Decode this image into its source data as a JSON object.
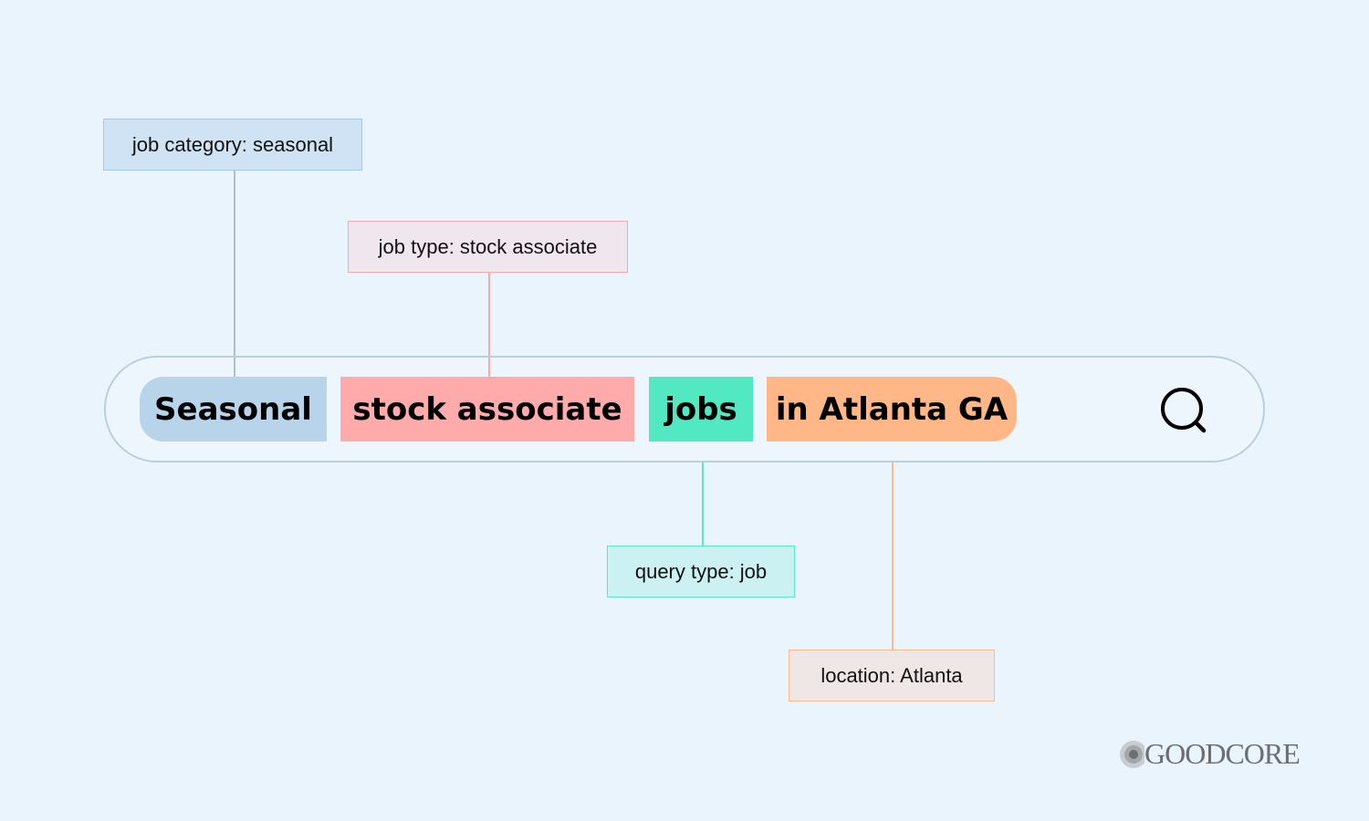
{
  "search": {
    "chips": [
      {
        "text": "Seasonal",
        "color": "#b8d4ea"
      },
      {
        "text": "stock associate",
        "color": "#ffabab"
      },
      {
        "text": "jobs",
        "color": "#52e8c2"
      },
      {
        "text": "in Atlanta GA",
        "color": "#ffb787"
      }
    ],
    "icon": "search-icon"
  },
  "annotations": [
    {
      "text": "job category: seasonal"
    },
    {
      "text": "job type: stock associate"
    },
    {
      "text": "query type: job"
    },
    {
      "text": "location: Atlanta"
    }
  ],
  "logo": {
    "text": "GOODCORE"
  }
}
